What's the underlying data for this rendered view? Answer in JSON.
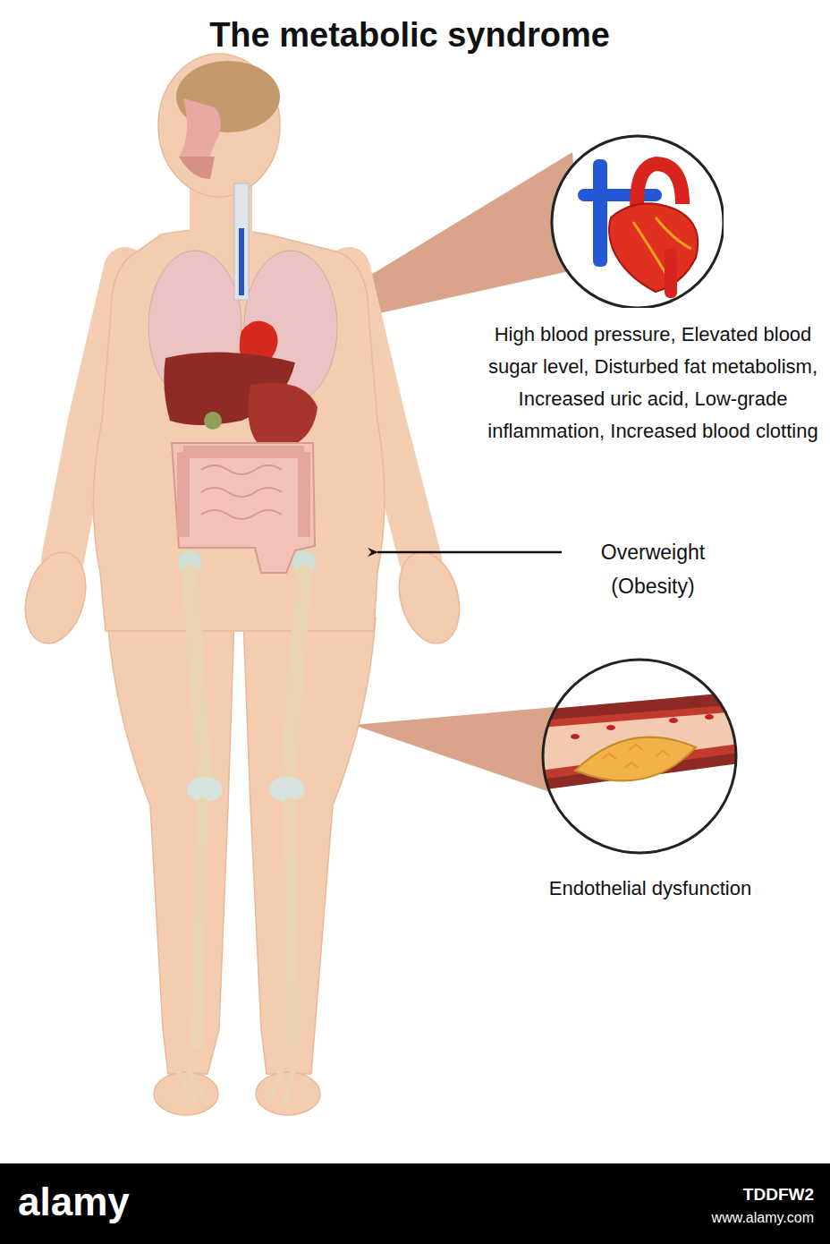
{
  "diagram": {
    "title": "The metabolic syndrome",
    "nodes": [
      {
        "text": [
          "High blood pressure, Elevated blood sugar level, Disturbed fat metabolism, Increased uric acid, Low-grade inflammation, Increased blood clotting"
        ]
      },
      {
        "text": [
          "Endothelial dysfunction"
        ]
      }
    ],
    "labels": [
      "Overweight (Obesity)",
      "alamy",
      "TDDFW2",
      "www.alamy.com"
    ]
  }
}
